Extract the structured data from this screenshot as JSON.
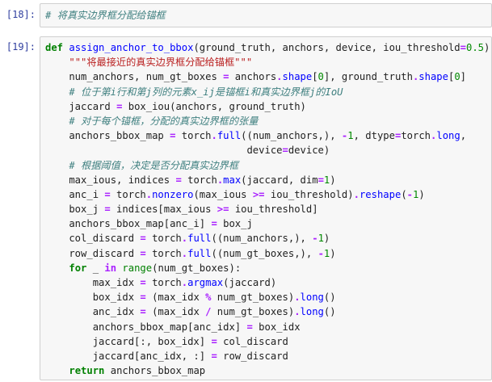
{
  "cells": [
    {
      "prompt": "[18]:",
      "lines": [
        [
          {
            "t": "cm",
            "v": "# 将真实边界框分配给锚框"
          }
        ]
      ]
    },
    {
      "prompt": "[19]:",
      "lines": [
        [
          {
            "t": "kw",
            "v": "def"
          },
          {
            "t": "p",
            "v": " "
          },
          {
            "t": "fn",
            "v": "assign_anchor_to_bbox"
          },
          {
            "t": "p",
            "v": "(ground_truth, anchors, device, iou_threshold"
          },
          {
            "t": "op",
            "v": "="
          },
          {
            "t": "num",
            "v": "0.5"
          },
          {
            "t": "p",
            "v": "):"
          }
        ],
        [
          {
            "t": "p",
            "v": "    "
          },
          {
            "t": "str",
            "v": "\"\"\"将最接近的真实边界框分配给锚框\"\"\""
          }
        ],
        [
          {
            "t": "p",
            "v": "    num_anchors, num_gt_boxes "
          },
          {
            "t": "op",
            "v": "="
          },
          {
            "t": "p",
            "v": " anchors"
          },
          {
            "t": "op",
            "v": "."
          },
          {
            "t": "attr",
            "v": "shape"
          },
          {
            "t": "p",
            "v": "["
          },
          {
            "t": "num",
            "v": "0"
          },
          {
            "t": "p",
            "v": "], ground_truth"
          },
          {
            "t": "op",
            "v": "."
          },
          {
            "t": "attr",
            "v": "shape"
          },
          {
            "t": "p",
            "v": "["
          },
          {
            "t": "num",
            "v": "0"
          },
          {
            "t": "p",
            "v": "]"
          }
        ],
        [
          {
            "t": "p",
            "v": "    "
          },
          {
            "t": "cm",
            "v": "# 位于第i行和第j列的元素x_ij是锚框i和真实边界框j的IoU"
          }
        ],
        [
          {
            "t": "p",
            "v": "    jaccard "
          },
          {
            "t": "op",
            "v": "="
          },
          {
            "t": "p",
            "v": " box_iou(anchors, ground_truth)"
          }
        ],
        [
          {
            "t": "p",
            "v": "    "
          },
          {
            "t": "cm",
            "v": "# 对于每个锚框，分配的真实边界框的张量"
          }
        ],
        [
          {
            "t": "p",
            "v": "    anchors_bbox_map "
          },
          {
            "t": "op",
            "v": "="
          },
          {
            "t": "p",
            "v": " torch"
          },
          {
            "t": "op",
            "v": "."
          },
          {
            "t": "attr",
            "v": "full"
          },
          {
            "t": "p",
            "v": "((num_anchors,), "
          },
          {
            "t": "op",
            "v": "-"
          },
          {
            "t": "num",
            "v": "1"
          },
          {
            "t": "p",
            "v": ", dtype"
          },
          {
            "t": "op",
            "v": "="
          },
          {
            "t": "p",
            "v": "torch"
          },
          {
            "t": "op",
            "v": "."
          },
          {
            "t": "attr",
            "v": "long"
          },
          {
            "t": "p",
            "v": ","
          }
        ],
        [
          {
            "t": "p",
            "v": "                                  device"
          },
          {
            "t": "op",
            "v": "="
          },
          {
            "t": "p",
            "v": "device)"
          }
        ],
        [
          {
            "t": "p",
            "v": "    "
          },
          {
            "t": "cm",
            "v": "# 根据阈值，决定是否分配真实边界框"
          }
        ],
        [
          {
            "t": "p",
            "v": "    max_ious, indices "
          },
          {
            "t": "op",
            "v": "="
          },
          {
            "t": "p",
            "v": " torch"
          },
          {
            "t": "op",
            "v": "."
          },
          {
            "t": "attr",
            "v": "max"
          },
          {
            "t": "p",
            "v": "(jaccard, dim"
          },
          {
            "t": "op",
            "v": "="
          },
          {
            "t": "num",
            "v": "1"
          },
          {
            "t": "p",
            "v": ")"
          }
        ],
        [
          {
            "t": "p",
            "v": "    anc_i "
          },
          {
            "t": "op",
            "v": "="
          },
          {
            "t": "p",
            "v": " torch"
          },
          {
            "t": "op",
            "v": "."
          },
          {
            "t": "attr",
            "v": "nonzero"
          },
          {
            "t": "p",
            "v": "(max_ious "
          },
          {
            "t": "op",
            "v": ">="
          },
          {
            "t": "p",
            "v": " iou_threshold)"
          },
          {
            "t": "op",
            "v": "."
          },
          {
            "t": "attr",
            "v": "reshape"
          },
          {
            "t": "p",
            "v": "("
          },
          {
            "t": "op",
            "v": "-"
          },
          {
            "t": "num",
            "v": "1"
          },
          {
            "t": "p",
            "v": ")"
          }
        ],
        [
          {
            "t": "p",
            "v": "    box_j "
          },
          {
            "t": "op",
            "v": "="
          },
          {
            "t": "p",
            "v": " indices[max_ious "
          },
          {
            "t": "op",
            "v": ">="
          },
          {
            "t": "p",
            "v": " iou_threshold]"
          }
        ],
        [
          {
            "t": "p",
            "v": "    anchors_bbox_map[anc_i] "
          },
          {
            "t": "op",
            "v": "="
          },
          {
            "t": "p",
            "v": " box_j"
          }
        ],
        [
          {
            "t": "p",
            "v": "    col_discard "
          },
          {
            "t": "op",
            "v": "="
          },
          {
            "t": "p",
            "v": " torch"
          },
          {
            "t": "op",
            "v": "."
          },
          {
            "t": "attr",
            "v": "full"
          },
          {
            "t": "p",
            "v": "((num_anchors,), "
          },
          {
            "t": "op",
            "v": "-"
          },
          {
            "t": "num",
            "v": "1"
          },
          {
            "t": "p",
            "v": ")"
          }
        ],
        [
          {
            "t": "p",
            "v": "    row_discard "
          },
          {
            "t": "op",
            "v": "="
          },
          {
            "t": "p",
            "v": " torch"
          },
          {
            "t": "op",
            "v": "."
          },
          {
            "t": "attr",
            "v": "full"
          },
          {
            "t": "p",
            "v": "((num_gt_boxes,), "
          },
          {
            "t": "op",
            "v": "-"
          },
          {
            "t": "num",
            "v": "1"
          },
          {
            "t": "p",
            "v": ")"
          }
        ],
        [
          {
            "t": "p",
            "v": "    "
          },
          {
            "t": "kw",
            "v": "for"
          },
          {
            "t": "p",
            "v": " _ "
          },
          {
            "t": "op",
            "v": "in"
          },
          {
            "t": "p",
            "v": " "
          },
          {
            "t": "bi",
            "v": "range"
          },
          {
            "t": "p",
            "v": "(num_gt_boxes):"
          }
        ],
        [
          {
            "t": "p",
            "v": "        max_idx "
          },
          {
            "t": "op",
            "v": "="
          },
          {
            "t": "p",
            "v": " torch"
          },
          {
            "t": "op",
            "v": "."
          },
          {
            "t": "attr",
            "v": "argmax"
          },
          {
            "t": "p",
            "v": "(jaccard)"
          }
        ],
        [
          {
            "t": "p",
            "v": "        box_idx "
          },
          {
            "t": "op",
            "v": "="
          },
          {
            "t": "p",
            "v": " (max_idx "
          },
          {
            "t": "op",
            "v": "%"
          },
          {
            "t": "p",
            "v": " num_gt_boxes)"
          },
          {
            "t": "op",
            "v": "."
          },
          {
            "t": "attr",
            "v": "long"
          },
          {
            "t": "p",
            "v": "()"
          }
        ],
        [
          {
            "t": "p",
            "v": "        anc_idx "
          },
          {
            "t": "op",
            "v": "="
          },
          {
            "t": "p",
            "v": " (max_idx "
          },
          {
            "t": "op",
            "v": "/"
          },
          {
            "t": "p",
            "v": " num_gt_boxes)"
          },
          {
            "t": "op",
            "v": "."
          },
          {
            "t": "attr",
            "v": "long"
          },
          {
            "t": "p",
            "v": "()"
          }
        ],
        [
          {
            "t": "p",
            "v": "        anchors_bbox_map[anc_idx] "
          },
          {
            "t": "op",
            "v": "="
          },
          {
            "t": "p",
            "v": " box_idx"
          }
        ],
        [
          {
            "t": "p",
            "v": "        jaccard[:, box_idx] "
          },
          {
            "t": "op",
            "v": "="
          },
          {
            "t": "p",
            "v": " col_discard"
          }
        ],
        [
          {
            "t": "p",
            "v": "        jaccard[anc_idx, :] "
          },
          {
            "t": "op",
            "v": "="
          },
          {
            "t": "p",
            "v": " row_discard"
          }
        ],
        [
          {
            "t": "p",
            "v": "    "
          },
          {
            "t": "kw",
            "v": "return"
          },
          {
            "t": "p",
            "v": " anchors_bbox_map"
          }
        ]
      ]
    }
  ]
}
